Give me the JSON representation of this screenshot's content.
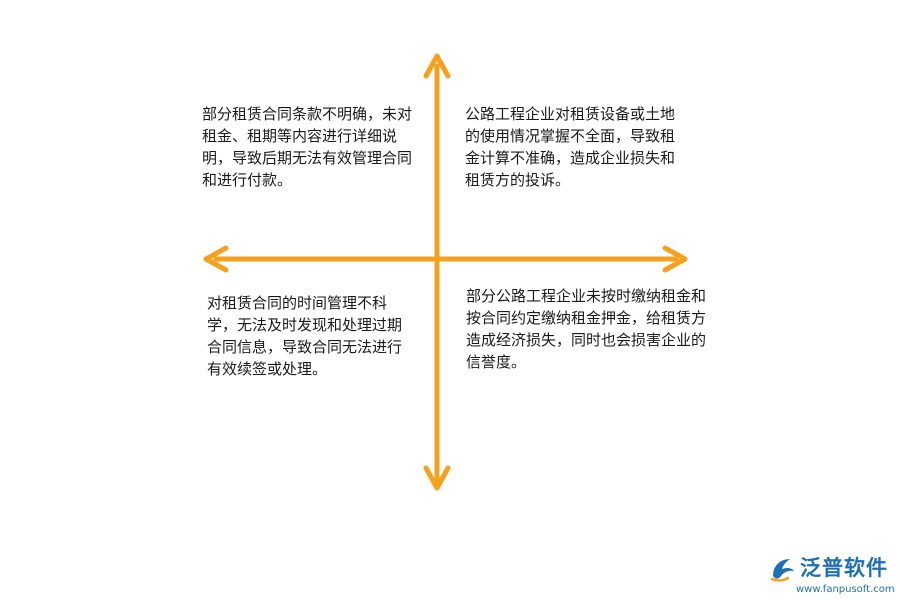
{
  "colors": {
    "arrow": "#f5a11f",
    "text": "#1a1a1a",
    "brand_blue": "#1f6fb5",
    "brand_orange": "#f5a11f"
  },
  "quadrants": {
    "top_left": "部分租赁合同条款不明确，未对租金、租期等内容进行详细说明，导致后期无法有效管理合同和进行付款。",
    "top_right": "公路工程企业对租赁设备或土地的使用情况掌握不全面，导致租金计算不准确，造成企业损失和租赁方的投诉。",
    "bottom_left": "对租赁合同的时间管理不科学，无法及时发现和处理过期合同信息，导致合同无法进行有效续签或处理。",
    "bottom_right": "部分公路工程企业未按时缴纳租金和按合同约定缴纳租金押金，给租赁方造成经济损失，同时也会损害企业的信誉度。"
  },
  "logo": {
    "name": "泛普软件",
    "url": "www.fanpusoft.com",
    "icon": "fanpu-logo-icon"
  }
}
